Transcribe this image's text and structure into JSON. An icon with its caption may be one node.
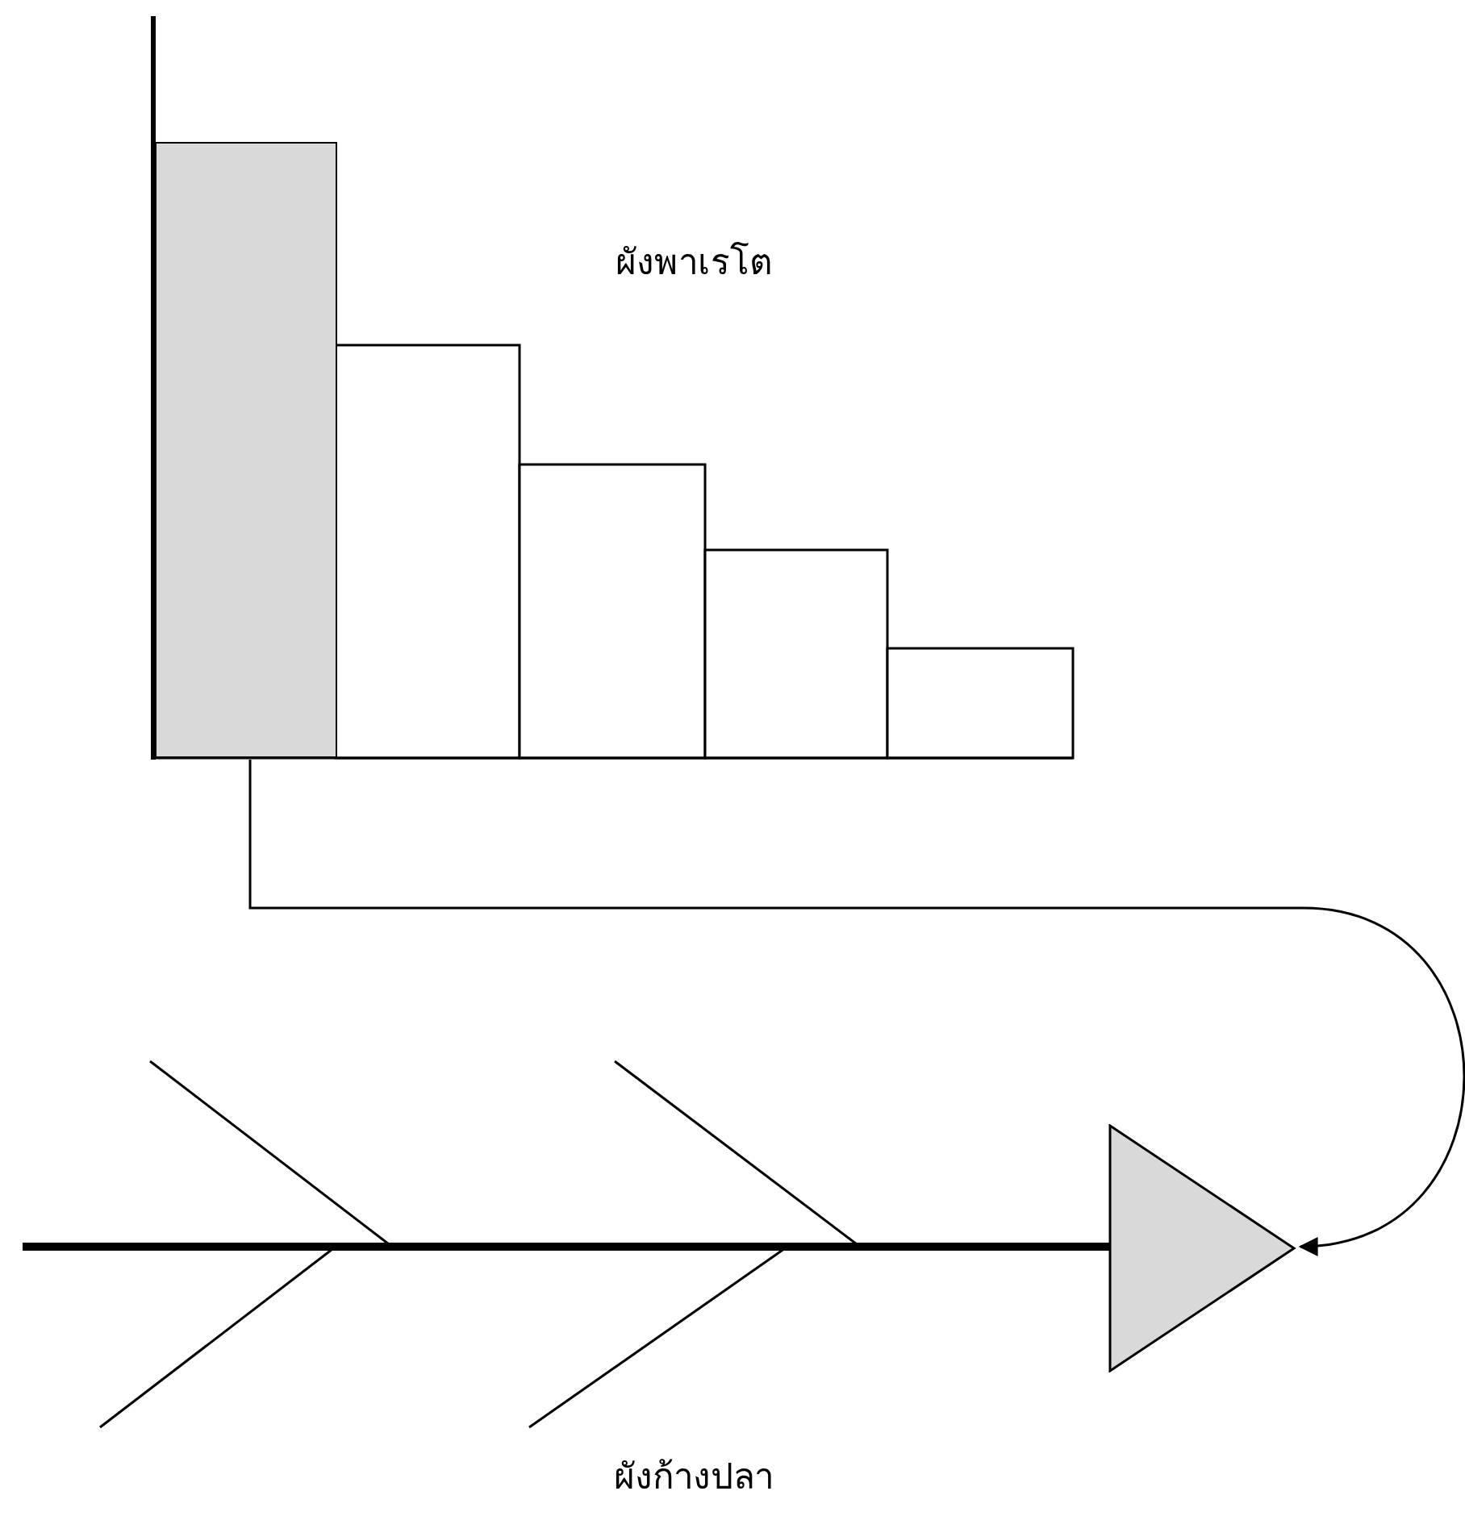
{
  "diagram": {
    "nodes": [
      {
        "text": [],
        "shape": "bar"
      },
      {
        "text": [],
        "shape": "triangle"
      }
    ],
    "edges": [
      {
        "from": 0,
        "to": 1,
        "arrow": "to"
      }
    ],
    "labels": [
      "ผังพาเรโต",
      "ผังก้างปลา"
    ]
  }
}
